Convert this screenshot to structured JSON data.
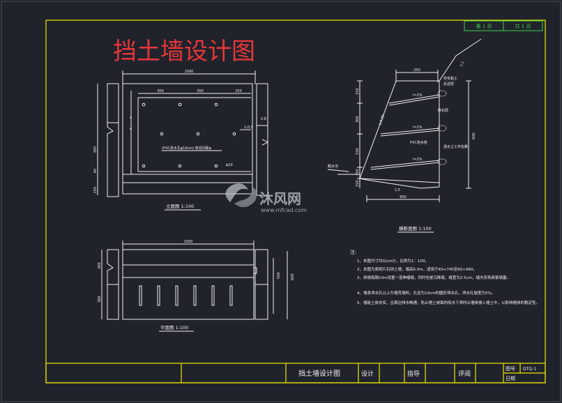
{
  "title": "挡土墙设计图",
  "sheet": {
    "page_label": "第 1 页",
    "total_label": "共 1 页"
  },
  "views": {
    "elevation": {
      "caption": "立面图 1:100",
      "top_dim": "1000",
      "sub_dims": [
        "300",
        "300",
        "250"
      ],
      "left_dims": [
        "350",
        "40",
        "150"
      ],
      "notes": [
        "(PVC泄水孔φ10cm) 管径间距φ",
        "φ10"
      ],
      "right_dims": [
        "1:0.5"
      ]
    },
    "section": {
      "caption": "横断面图 1:100",
      "top_dim": "250",
      "bottom_dim": "600",
      "right_dim": "600",
      "left_dims": [
        "150",
        "300",
        "150",
        "150",
        "150"
      ],
      "slope_labels": [
        "1:1",
        "1:0.25",
        "1:5"
      ],
      "pipe_labels": [
        "I=2%",
        "I=2%",
        "I=2%"
      ],
      "annotations": [
        "夯实黏土",
        "反滤层",
        "碎石层",
        "PVC泄水管",
        "透水土工布包裹",
        "截水沟"
      ]
    },
    "plan": {
      "caption": "平面图 1:100",
      "top_dim": "1000",
      "left_dims": [
        "300",
        "300"
      ],
      "right_dims": [
        "500",
        "600"
      ]
    }
  },
  "notes": {
    "heading": "注:",
    "items": [
      "1、本图尺寸均以cm计，比例为1：100。",
      "2、本图为浆砌片石挡土墙，墙高6.0m，适用于K0+740至K0+960。",
      "3、挡墙每隔10m设置一道伸缩缝，同时也是沉降缝，缝宽为2.5cm，缝内沥青麻絮填塞。",
      "4、墙身泄水孔以上为墙背填料，孔径为10cm的圆形泄水孔，泄水孔坡度为5%。",
      "5、墙趾土体夯实，且周边排水畅通，防止墙土坡面的雨水下渗时从墙体侵入墙土中，以影响墙体的稳定性。"
    ]
  },
  "title_block": {
    "drawing_name": "挡土墙设计图",
    "designed_by": "设计",
    "guided_by": "指导",
    "reviewed_by": "评阅",
    "drawing_no_label": "图号",
    "drawing_no": "DTQ-1",
    "date_label": "日期"
  },
  "watermark": {
    "text": "沐风网",
    "url": "www.mfcad.com"
  },
  "colors": {
    "background": "#20232b",
    "border": "#f0e800",
    "lines": "#f2f2f2",
    "sheet_box": "#3fd24a",
    "title": "#e8363a",
    "dims": "#f2f2f2"
  }
}
